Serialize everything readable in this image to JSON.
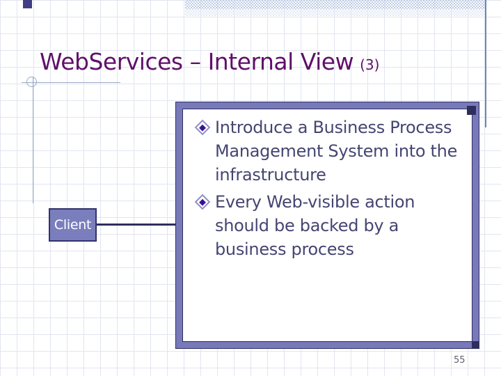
{
  "title": {
    "text": "WebServices – Internal View",
    "suffix": "(3)"
  },
  "content_box": {
    "bullets": [
      {
        "text": "Introduce a Business Process Management System into the infrastructure",
        "lines": [
          "Introduce a Business Process",
          "Management System into the",
          "infrastructure"
        ]
      },
      {
        "text": "Every Web-visible action should be backed by a business process",
        "lines": [
          "Every Web-visible action",
          "should be backed by a",
          "business process"
        ]
      }
    ]
  },
  "diagram": {
    "client_label": "Client"
  },
  "footer": {
    "page_number": "55"
  },
  "colors": {
    "title": "#5f1069",
    "body_text": "#454572",
    "frame": "#7879b8",
    "frame_dark": "#2e2e5e",
    "client_fill": "#7a7ebd",
    "client_border": "#32326b",
    "client_text": "#ffffff",
    "bullet_diamond": "#3a1193",
    "bullet_diamond_ring": "#8f90c6",
    "grid_line": "#e0e5f0",
    "checker_dark": "#bfcce4",
    "checker_light": "#e3e9f5",
    "accent_line": "#6f85b5",
    "decor_line": "#9aa9c8",
    "page_number": "#60606e",
    "pixel_block": "#413d85"
  }
}
